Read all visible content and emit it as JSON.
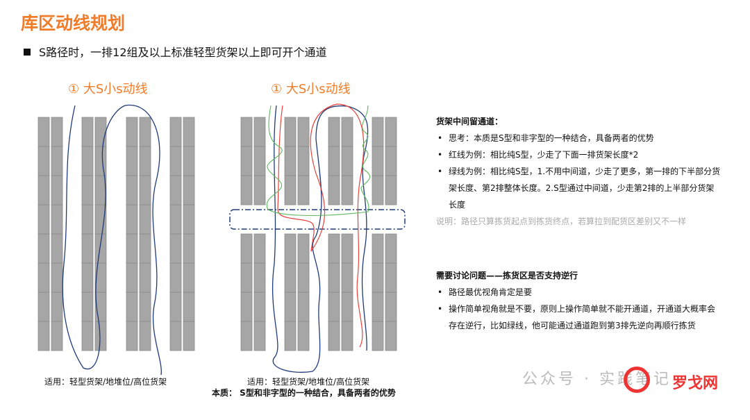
{
  "title": "库区动线规划",
  "subtitle": "S路径时，一排12组及以上标准轻型货架以上即可开个通道",
  "diagram_left": {
    "title": "① 大S小s动线",
    "caption": "适用：轻型货架/地堆位/高位货架"
  },
  "diagram_right": {
    "title": "① 大S小s动线",
    "caption": "适用：轻型货架/地堆位/高位货架",
    "essence": "本质： S型和非字型的一种结合，具备两者的优势"
  },
  "panel1": {
    "heading": "货架中间留通道：",
    "bullets": [
      "思考：本质是S型和非字型的一种结合，具备两者的优势",
      "红线为例：相比纯S型，少走了下面一排货架长度*2",
      "绿线为例：相比纯S型，1.不用中间道，少走了更多，第一排的下半部分货架长度、第2排整体长度。2.S型通过中间道，少走第2排的上半部分货架长度"
    ],
    "note": "说明：路径只算拣货起点到拣货终点，若算拉到配货区差别又不一样"
  },
  "panel2": {
    "heading": "需要讨论问题——拣货区是否支持逆行",
    "bullets": [
      "路径最优视角肯定是要",
      "操作简单视角就是不要，原则上操作简单就不能开通道，开通道大概率会存在逆行，比如绿线，他可能通过通道跑到第3排先逆向再顺行拣货"
    ]
  },
  "watermark": {
    "text": "公众号 · 实践笔记",
    "brand": "罗戈网"
  },
  "colors": {
    "accent": "#f07c2a",
    "rack": "#a6a6a6",
    "blue": "#1f3a7a",
    "red": "#e8413a",
    "green": "#5cb85c"
  }
}
